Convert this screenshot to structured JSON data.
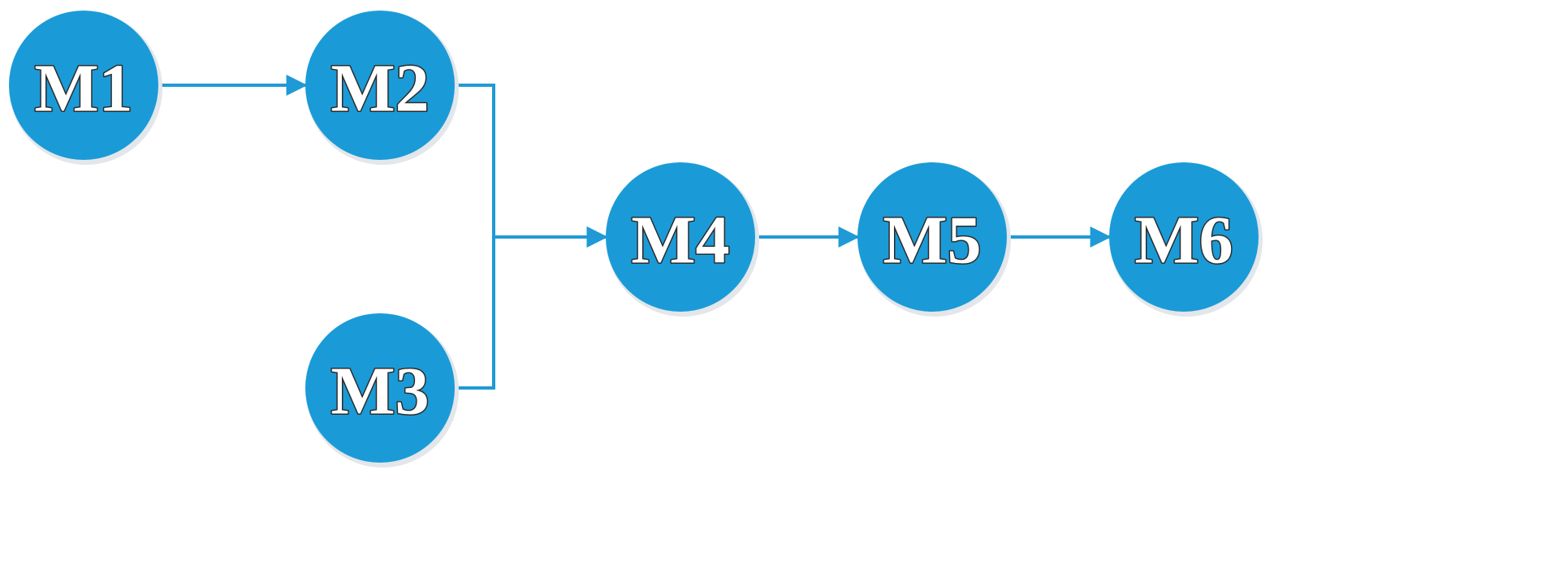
{
  "colors": {
    "node_fill": "#1a9bd7",
    "node_shadow": "#e3e6ea",
    "edge": "#1f9ad6",
    "label_fill": "#ffffff",
    "label_outline": "#2b2b2b"
  },
  "nodes": [
    {
      "id": "M1",
      "label": "M1"
    },
    {
      "id": "M2",
      "label": "M2"
    },
    {
      "id": "M3",
      "label": "M3"
    },
    {
      "id": "M4",
      "label": "M4"
    },
    {
      "id": "M5",
      "label": "M5"
    },
    {
      "id": "M6",
      "label": "M6"
    }
  ],
  "edges": [
    {
      "from": "M1",
      "to": "M2"
    },
    {
      "from": "M2",
      "to": "M4"
    },
    {
      "from": "M3",
      "to": "M4"
    },
    {
      "from": "M4",
      "to": "M5"
    },
    {
      "from": "M5",
      "to": "M6"
    }
  ]
}
